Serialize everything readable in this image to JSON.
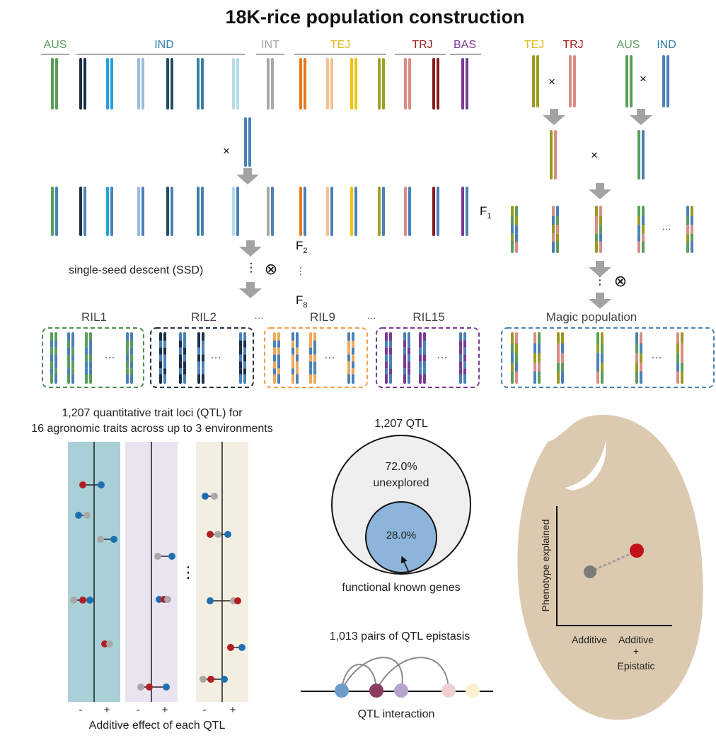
{
  "title": "18K-rice population construction",
  "groups": [
    {
      "label": "AUS",
      "color": "#5a9e5a"
    },
    {
      "label": "IND",
      "color": "#2f7db0"
    },
    {
      "label": "INT",
      "color": "#a7a7a7"
    },
    {
      "label": "TEJ",
      "color": "#e2b917"
    },
    {
      "label": "TRJ",
      "color": "#a01f1f"
    },
    {
      "label": "BAS",
      "color": "#7a3a93"
    }
  ],
  "magic_parents": [
    {
      "label": "TEJ",
      "color": "#e2b917"
    },
    {
      "label": "TRJ",
      "color": "#a01f1f"
    },
    {
      "label": "AUS",
      "color": "#5a9e5a"
    },
    {
      "label": "IND",
      "color": "#2f7db0"
    }
  ],
  "parent_colors": [
    "#5a9e5a",
    "#1c2f48",
    "#27a0dd",
    "#9bbcdb",
    "#244f63",
    "#3a7fa3",
    "#b7dbe8",
    "#a7a7a7",
    "#e87b1c",
    "#f4c28e",
    "#ecc40e",
    "#a1a12a",
    "#d98c86",
    "#8c1c1c",
    "#7a3a93"
  ],
  "chr_blue": "#4a81b8",
  "cross_symbol": "×",
  "selfing_symbol": "⊗",
  "dots_v": "⋮",
  "dots_h": "···",
  "f1_label": "F",
  "f1_sub": "1",
  "f2_label": "F",
  "f2_sub": "2",
  "f8_label": "F",
  "f8_sub": "8",
  "ssd_label": "single-seed descent (SSD)",
  "rils": [
    {
      "label": "RIL1",
      "color": "#5a9e5a",
      "box_color": "#4e8d4e"
    },
    {
      "label": "RIL2",
      "color": "#1c2f48",
      "box_color": "#243244"
    },
    {
      "label": "RIL9",
      "color": "#f0a85a",
      "box_color": "#f0a04a"
    },
    {
      "label": "RIL15",
      "color": "#7a3a93",
      "box_color": "#7a3a93"
    }
  ],
  "magic_population_label": "Magic population",
  "qtl": {
    "header_line1": "1,207 quantitative trait loci (QTL) for",
    "header_line2": "16 agronomic traits across up to 3 environments",
    "xlabel": "Additive effect of each QTL",
    "minus": "-",
    "plus": "+",
    "panel_colors": [
      "#a9d0d6",
      "#e9e4f0",
      "#f2eee2"
    ],
    "dot_colors": {
      "red": "#b11e22",
      "blue": "#1f6fb3",
      "gray": "#a8a8a8"
    }
  },
  "venn": {
    "title": "1,207 QTL",
    "outer_pct": "72.0%",
    "outer_label": "unexplored",
    "inner_pct": "28.0%",
    "inner_label": "functional known genes",
    "outer_fill": "#efefef",
    "inner_fill": "#8db5dc"
  },
  "epistasis": {
    "title": "1,013 pairs of QTL epistasis",
    "label": "QTL interaction",
    "node_colors": [
      "#6e9cc9",
      "#8a3c63",
      "#b9a4cf",
      "#f2cfd2",
      "#fbf0cf"
    ]
  },
  "phenotype_plot": {
    "ylabel": "Phenotype explained",
    "x1": "Additive",
    "x2_line1": "Additive",
    "x2_line2": "+",
    "x2_line3": "Epistatic",
    "seed_color": "#dccab0",
    "point1_color": "#7b7b7b",
    "point2_color": "#c4121c"
  }
}
